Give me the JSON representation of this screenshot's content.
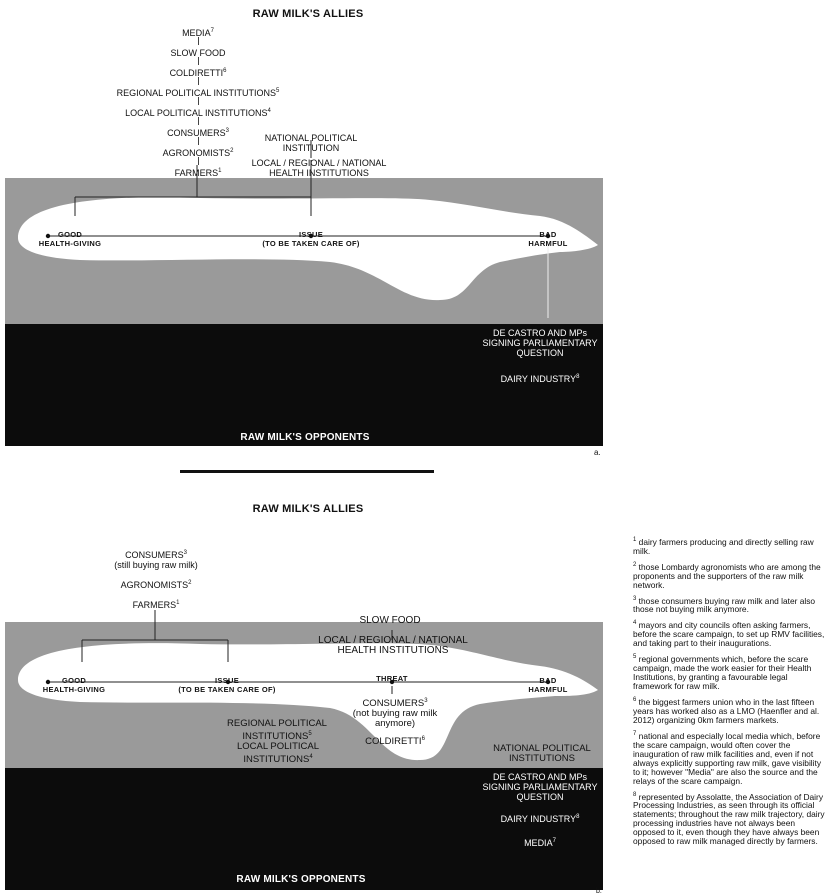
{
  "panel_a": {
    "allies_title": "RAW MILK'S ALLIES",
    "opponents_title": "RAW MILK'S OPPONENTS",
    "panel_letter": "a.",
    "ally_stack": [
      {
        "text": "MEDIA",
        "note": "7"
      },
      {
        "text": "SLOW FOOD",
        "note": ""
      },
      {
        "text": "COLDIRETTI",
        "note": "6"
      },
      {
        "text": "REGIONAL POLITICAL INSTITUTIONS",
        "note": "5"
      },
      {
        "text": "LOCAL POLITICAL INSTITUTIONS",
        "note": "4"
      },
      {
        "text": "CONSUMERS",
        "note": "3"
      },
      {
        "text": "AGRONOMISTS",
        "note": "2"
      },
      {
        "text": "FARMERS",
        "note": "1"
      }
    ],
    "national_political_institution": "NATIONAL POLITICAL INSTITUTION",
    "health_institutions": "LOCAL / REGIONAL / NATIONAL HEALTH INSTITUTIONS",
    "axis": {
      "good": "GOOD",
      "good_sub": "HEALTH-GIVING",
      "issue": "ISSUE",
      "issue_sub": "(TO BE TAKEN CARE OF)",
      "bad": "BAD",
      "bad_sub": "HARMFUL"
    },
    "opponents": [
      {
        "text": "DE CASTRO AND MPs SIGNING PARLIAMENTARY QUESTION",
        "note": ""
      },
      {
        "text": "DAIRY INDUSTRY",
        "note": "8"
      }
    ]
  },
  "panel_b": {
    "allies_title": "RAW MILK'S ALLIES",
    "opponents_title": "RAW MILK'S OPPONENTS",
    "panel_letter": "b.",
    "consumers": "CONSUMERS",
    "consumers_note": "3",
    "consumers_sub": "(still buying raw milk)",
    "agronomists": "AGRONOMISTS",
    "agronomists_note": "2",
    "farmers": "FARMERS",
    "farmers_note": "1",
    "slow_food": "SLOW FOOD",
    "health_institutions": "LOCAL / REGIONAL / NATIONAL HEALTH INSTITUTIONS",
    "axis": {
      "good": "GOOD",
      "good_sub": "HEALTH-GIVING",
      "issue": "ISSUE",
      "issue_sub": "(TO BE TAKEN CARE OF)",
      "threat": "THREAT",
      "bad": "BAD",
      "bad_sub": "HARMFUL"
    },
    "consumers_lost": "CONSUMERS",
    "consumers_lost_note": "3",
    "consumers_lost_sub": "(not buying raw milk anymore)",
    "coldiretti": "COLDIRETTI",
    "coldiretti_note": "6",
    "regional_political": "REGIONAL POLITICAL INSTITUTIONS",
    "regional_political_note": "5",
    "local_political": "LOCAL POLITICAL INSTITUTIONS",
    "local_political_note": "4",
    "national_political": "NATIONAL POLITICAL INSTITUTIONS",
    "de_castro": "DE CASTRO AND MPs SIGNING PARLIAMENTARY QUESTION",
    "dairy_industry": "DAIRY INDUSTRY",
    "dairy_industry_note": "8",
    "media": "MEDIA",
    "media_note": "7"
  },
  "footnotes": [
    {
      "n": "1",
      "text": "dairy farmers producing and directly selling raw milk."
    },
    {
      "n": "2",
      "text": "those Lombardy agronomists who are among the proponents and the supporters of the raw milk network."
    },
    {
      "n": "3",
      "text": "those consumers buying raw milk and later also those not buying milk anymore."
    },
    {
      "n": "4",
      "text": "mayors and city councils often asking farmers, before the scare campaign, to set up RMV facilities, and taking part to their inaugurations."
    },
    {
      "n": "5",
      "text": "regional governments which, before the scare campaign, made the work easier for their Health Institutions, by granting a favourable legal framework for raw milk."
    },
    {
      "n": "6",
      "text": "the biggest farmers union who in the last fifteen years has worked also as a LMO (Haenfler and al. 2012) organizing 0km farmers markets."
    },
    {
      "n": "7",
      "text": "national and especially local media which, before the scare campaign, would often cover the inauguration of raw milk facilities and, even if not always explicitly supporting raw milk, gave visibility to it; however \"Media\" are also the source and the relays of the scare campaign."
    },
    {
      "n": "8",
      "text": "represented by Assolatte, the Association of Dairy Processing Industries, as seen through its official statements; throughout the raw milk trajectory, dairy processing industries have not always been opposed to it, even though they have always been opposed to raw milk managed directly by farmers."
    }
  ]
}
